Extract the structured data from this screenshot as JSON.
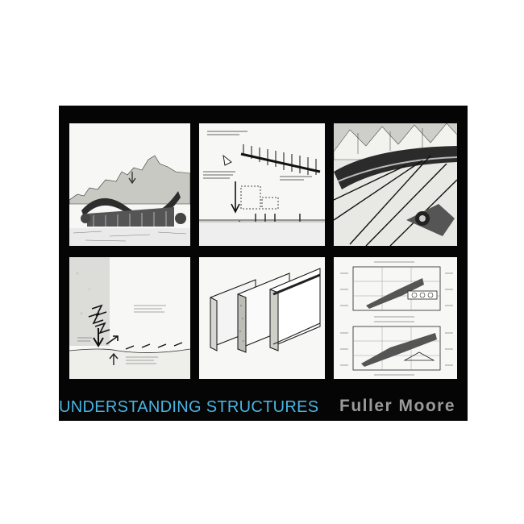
{
  "cover": {
    "title": "UNDERSTANDING STRUCTURES",
    "author": "Fuller Moore",
    "colors": {
      "background": "#050505",
      "title": "#49b4e2",
      "author": "#9a9a9a",
      "panel": "#f7f7f5"
    }
  },
  "panels": [
    {
      "name": "stadium-sketch"
    },
    {
      "name": "load-diagram"
    },
    {
      "name": "cable-structure-photo"
    },
    {
      "name": "wind-load-diagram"
    },
    {
      "name": "structural-members-drawing"
    },
    {
      "name": "span-charts"
    }
  ]
}
